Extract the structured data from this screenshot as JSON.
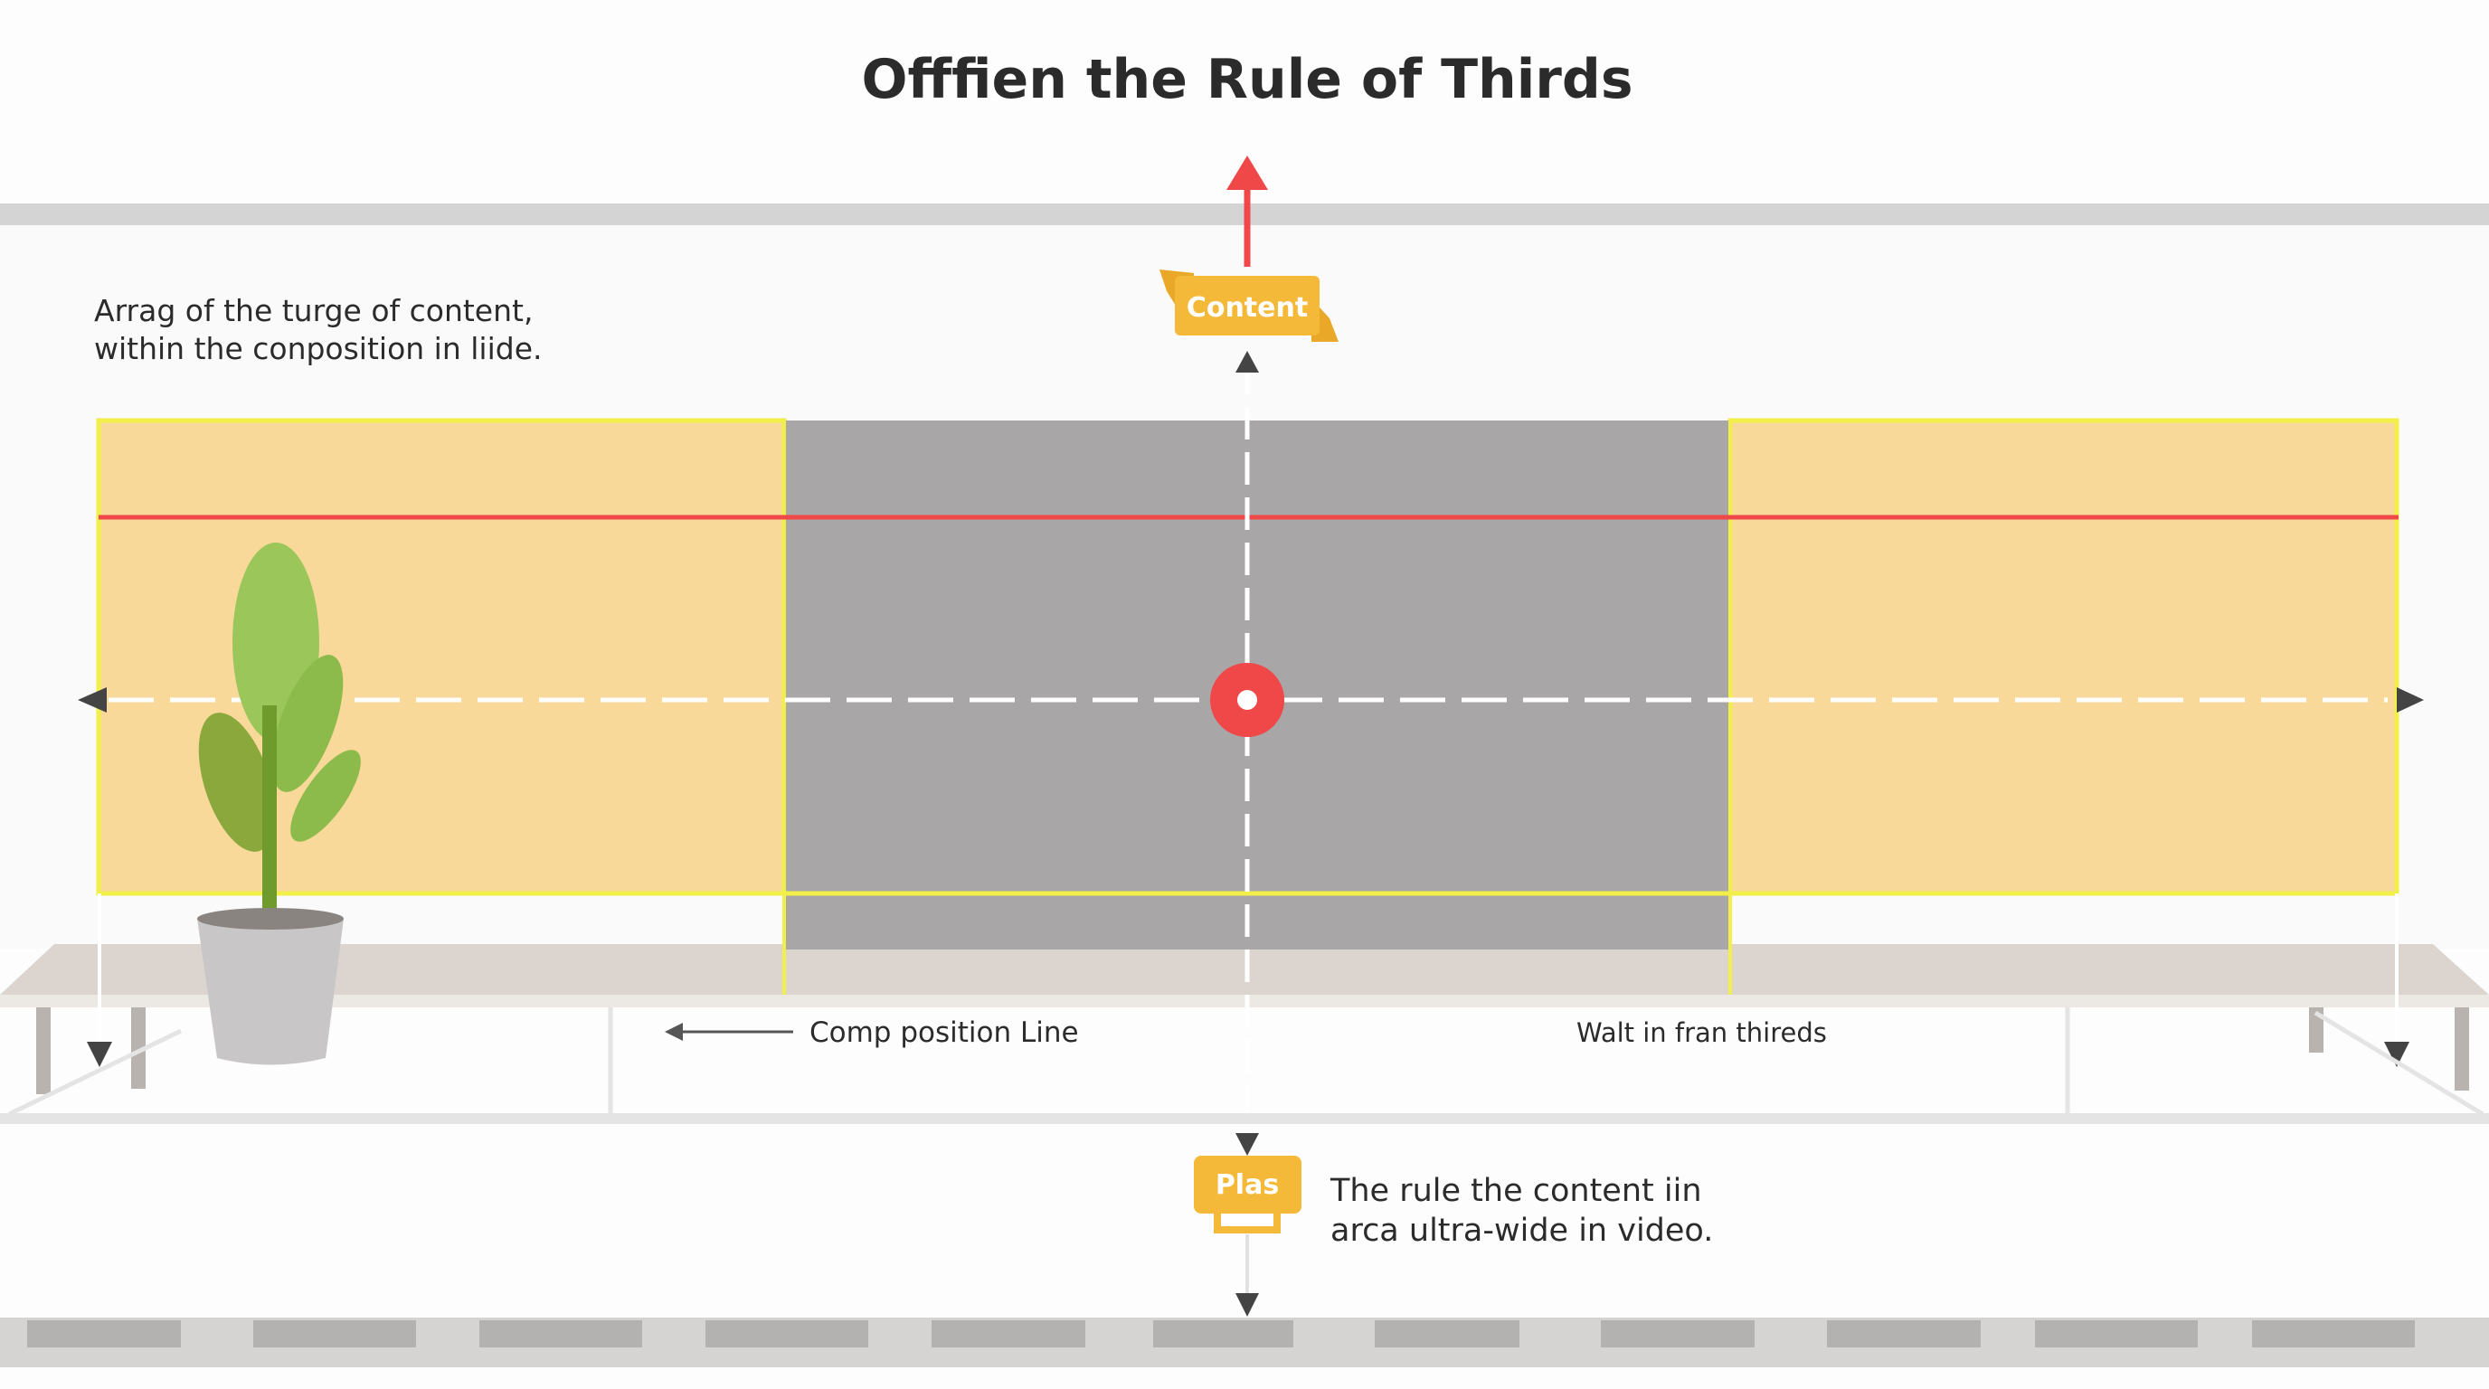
{
  "title": "Offfien the Rule of Thirds",
  "top_note": {
    "line1": "Arrag of the turge of content,",
    "line2": "within the conposition in liide."
  },
  "content_badge": "Content",
  "composition_label": "Comp position Line",
  "thirds_label": "Walt in fran thireds",
  "plas_badge": "Plas",
  "bottom_note": {
    "line1": "The rule the content iin",
    "line2": "arca ultra-wide in video."
  },
  "colors": {
    "accent_red": "#f04848",
    "badge_yellow": "#f5b93a",
    "thirds_fill": "#f8d99a",
    "center_gray": "#a8a6a6",
    "frame_yellow": "#f2ef4a"
  }
}
